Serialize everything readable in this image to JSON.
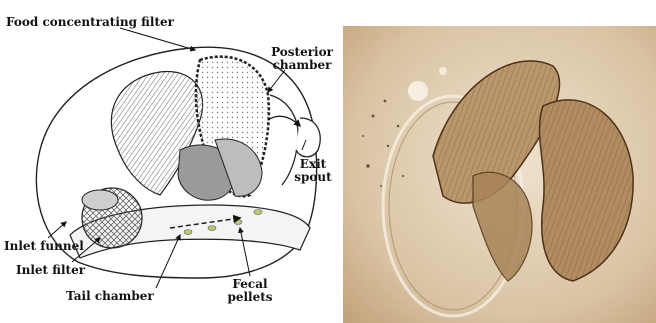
{
  "diagram": {
    "labels": {
      "food_filter": "Food concentrating filter",
      "posterior_1": "Posterior",
      "posterior_2": "chamber",
      "exit_1": "Exit",
      "exit_2": "spout",
      "inlet_funnel": "Inlet funnel",
      "inlet_filter": "Inlet filter",
      "tail_chamber": "Tail chamber",
      "fecal_1": "Fecal",
      "fecal_2": "pellets"
    }
  },
  "photo": {
    "subject": "larvacean house micrograph",
    "tone": "#b89a74"
  }
}
